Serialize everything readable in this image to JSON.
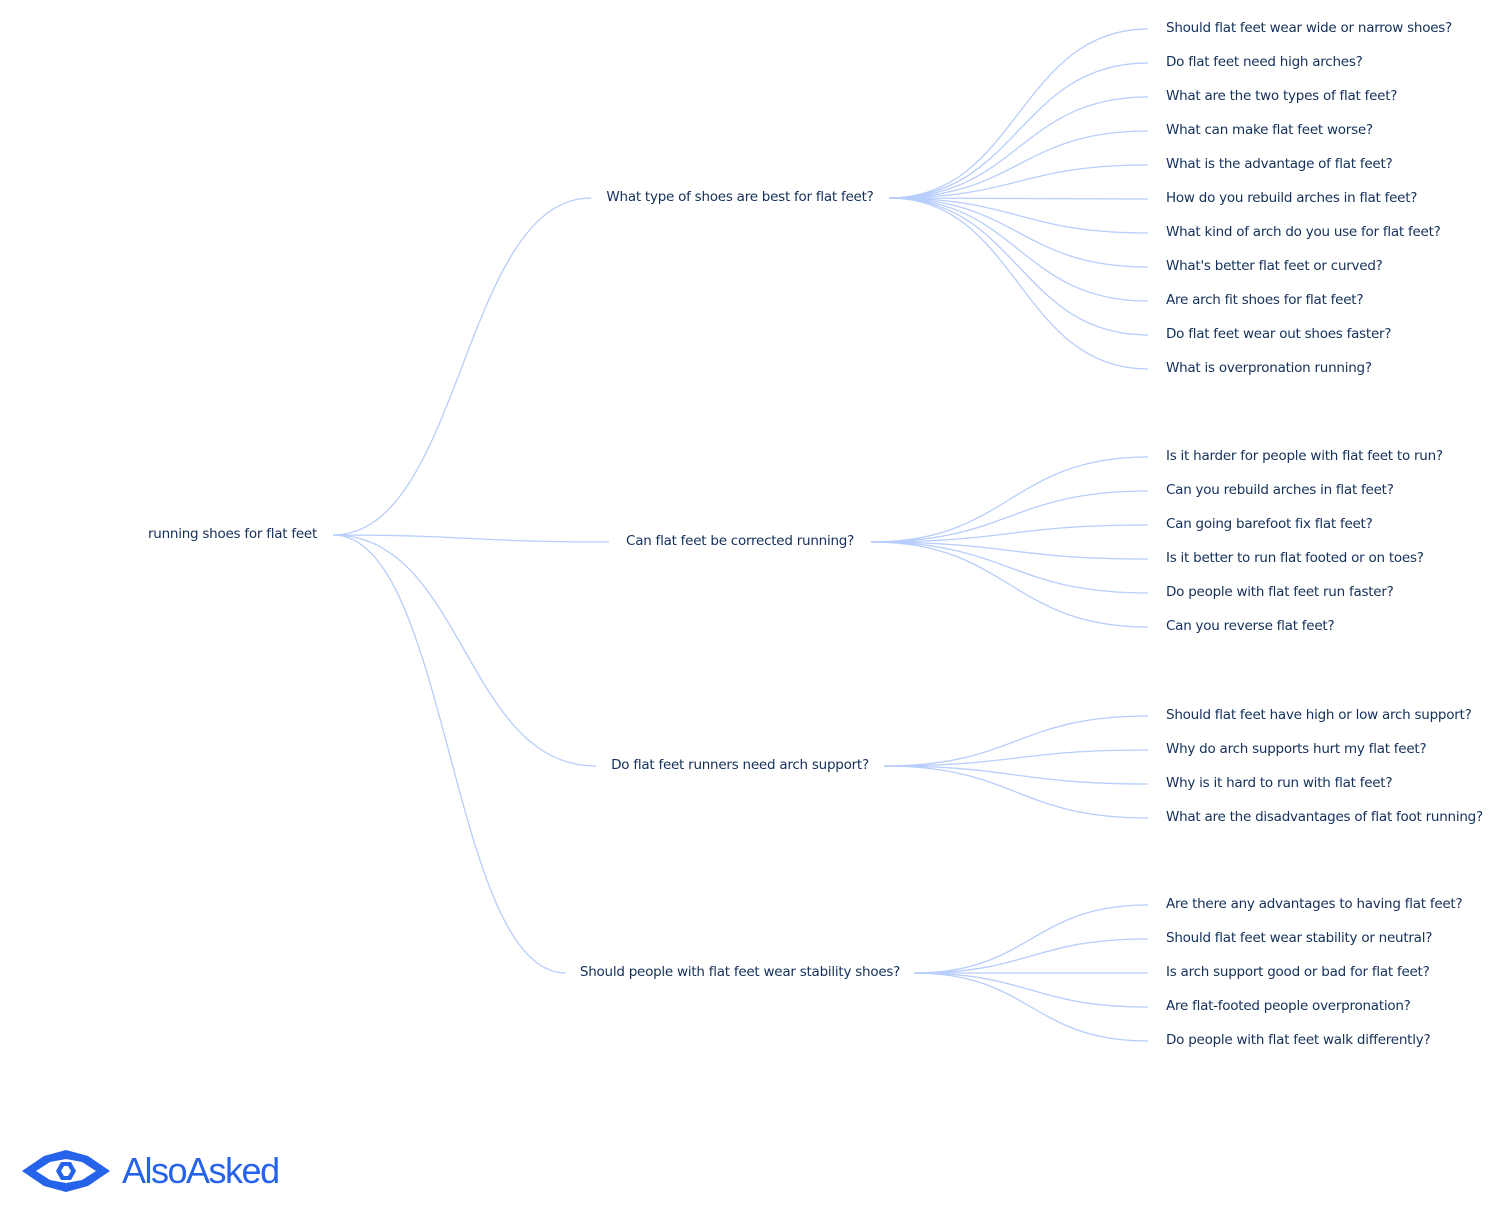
{
  "root": {
    "label": "running shoes for flat feet"
  },
  "branches": [
    {
      "label": "What type of shoes are best for flat feet?",
      "children": [
        "Should flat feet wear wide or narrow shoes?",
        "Do flat feet need high arches?",
        "What are the two types of flat feet?",
        "What can make flat feet worse?",
        "What is the advantage of flat feet?",
        "How do you rebuild arches in flat feet?",
        "What kind of arch do you use for flat feet?",
        "What's better flat feet or curved?",
        "Are arch fit shoes for flat feet?",
        "Do flat feet wear out shoes faster?",
        "What is overpronation running?"
      ]
    },
    {
      "label": "Can flat feet be corrected running?",
      "children": [
        "Is it harder for people with flat feet to run?",
        "Can you rebuild arches in flat feet?",
        "Can going barefoot fix flat feet?",
        "Is it better to run flat footed or on toes?",
        "Do people with flat feet run faster?",
        "Can you reverse flat feet?"
      ]
    },
    {
      "label": "Do flat feet runners need arch support?",
      "children": [
        "Should flat feet have high or low arch support?",
        "Why do arch supports hurt my flat feet?",
        "Why is it hard to run with flat feet?",
        "What are the disadvantages of flat foot running?"
      ]
    },
    {
      "label": "Should people with flat feet wear stability shoes?",
      "children": [
        "Are there any advantages to having flat feet?",
        "Should flat feet wear stability or neutral?",
        "Is arch support good or bad for flat feet?",
        "Are flat-footed people overpronation?",
        "Do people with flat feet walk differently?"
      ]
    }
  ],
  "brand": {
    "name": "AlsoAsked",
    "icon": "alsoasked-logo-icon"
  },
  "colors": {
    "link": "#b7cdfb",
    "text": "#14305a",
    "brand": "#2563eb"
  }
}
